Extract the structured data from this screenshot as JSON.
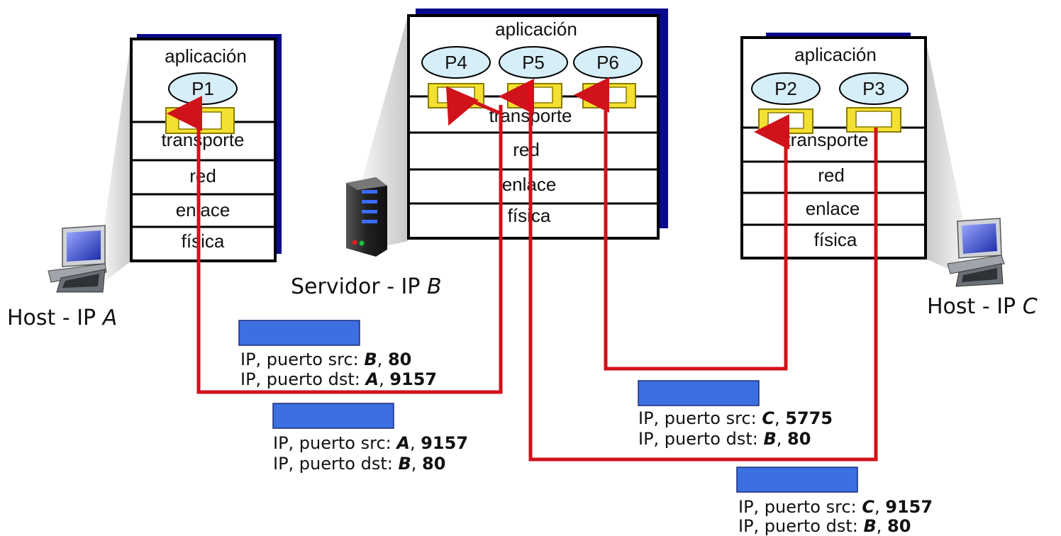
{
  "hosts": {
    "host_a": {
      "label_prefix": "Host - IP ",
      "label_ip": "A"
    },
    "server_b": {
      "label_prefix": "Servidor - IP ",
      "label_ip": "B"
    },
    "host_c": {
      "label_prefix": "Host - IP ",
      "label_ip": "C"
    }
  },
  "layers": {
    "app": "aplicación",
    "transport": "transporte",
    "transport_c": "transporte",
    "network": "red",
    "link": "enlace",
    "physical": "física"
  },
  "processes": {
    "p1": "P1",
    "p2": "P2",
    "p3": "P3",
    "p4": "P4",
    "p5": "P5",
    "p6": "P6"
  },
  "segments": {
    "b_to_a": {
      "src_prefix": "IP, puerto src: ",
      "src_ip": "B",
      "src_port": "80",
      "dst_prefix": "IP, puerto dst: ",
      "dst_ip": "A",
      "dst_port": "9157"
    },
    "a_to_b": {
      "src_prefix": "IP, puerto src: ",
      "src_ip": "A",
      "src_port": "9157",
      "dst_prefix": "IP, puerto dst: ",
      "dst_ip": "B",
      "dst_port": "80"
    },
    "c5775_to_b": {
      "src_prefix": "IP, puerto src: ",
      "src_ip": "C",
      "src_port": "5775",
      "dst_prefix": "IP, puerto dst: ",
      "dst_ip": "B",
      "dst_port": "80"
    },
    "c9157_to_b": {
      "src_prefix": "IP, puerto src: ",
      "src_ip": "C",
      "src_port": "9157",
      "dst_prefix": "IP, puerto dst: ",
      "dst_ip": "B",
      "dst_port": "80"
    }
  },
  "colors": {
    "arrow": "#d0121b",
    "segment": "#3c6fe0",
    "stack_shadow": "#0a0a8c",
    "process_fill": "#d6eef8",
    "socket_fill": "#f4e030"
  }
}
